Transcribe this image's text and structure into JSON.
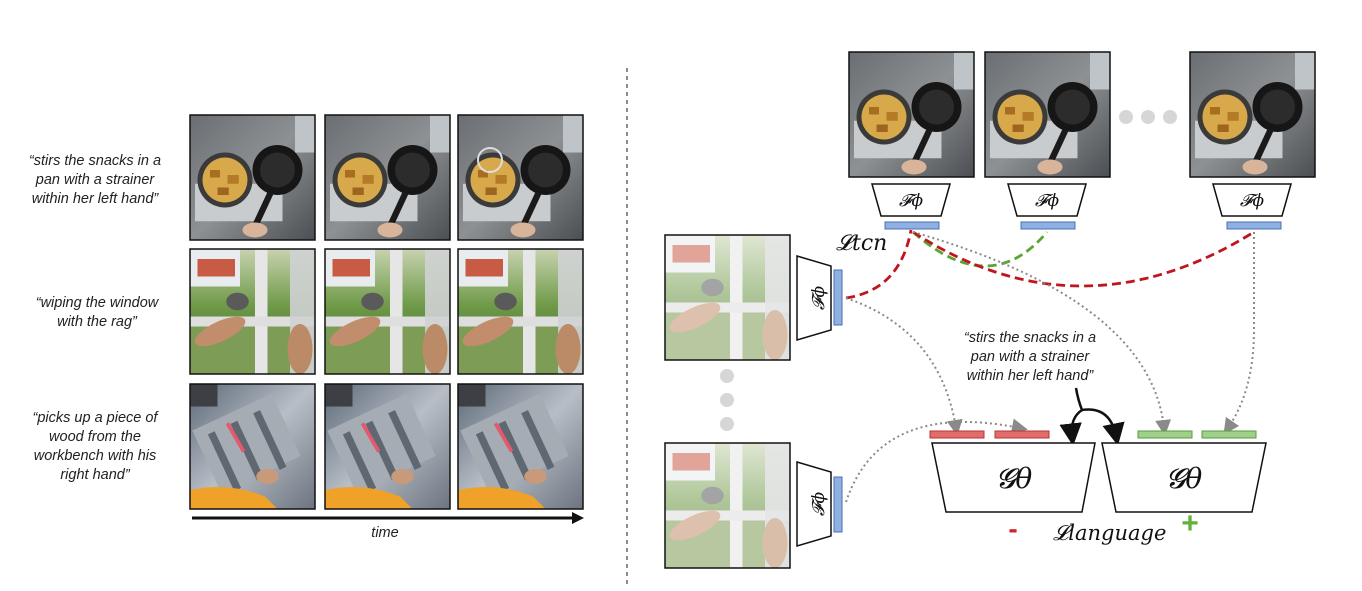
{
  "left_panel": {
    "captions": [
      {
        "lines": [
          "“stirs the snacks in a",
          "pan with a strainer",
          "within her left hand”"
        ]
      },
      {
        "lines": [
          "“wiping the window",
          "with the rag”"
        ]
      },
      {
        "lines": [
          "“picks up a piece of",
          "wood from the",
          "workbench with his",
          "right hand”"
        ]
      }
    ],
    "rows": [
      {
        "scene": "kitchen",
        "frames": 3
      },
      {
        "scene": "window",
        "frames": 3
      },
      {
        "scene": "workshop",
        "frames": 3
      }
    ],
    "time_label": "time"
  },
  "right_panel": {
    "encoder_label": "𝓕ϕ",
    "decoder_label": "𝓖θ",
    "tcn_loss_label": "𝓛tcn",
    "language_loss_label": "𝓛language",
    "caption_lines": [
      "“stirs the snacks in a",
      "pan with a strainer",
      "within her left hand”"
    ],
    "minus_sign": "-",
    "plus_sign": "+"
  },
  "colors": {
    "embedding": "#8fb0e2",
    "embedding_border": "#4a6fb0",
    "negative": "#e06c6c",
    "positive": "#9fd08a",
    "tcn_negative": "#c0141e",
    "tcn_positive": "#5aa531",
    "minus": "#d4232b",
    "plus": "#61b13a",
    "dotted": "#8a8a8a"
  }
}
